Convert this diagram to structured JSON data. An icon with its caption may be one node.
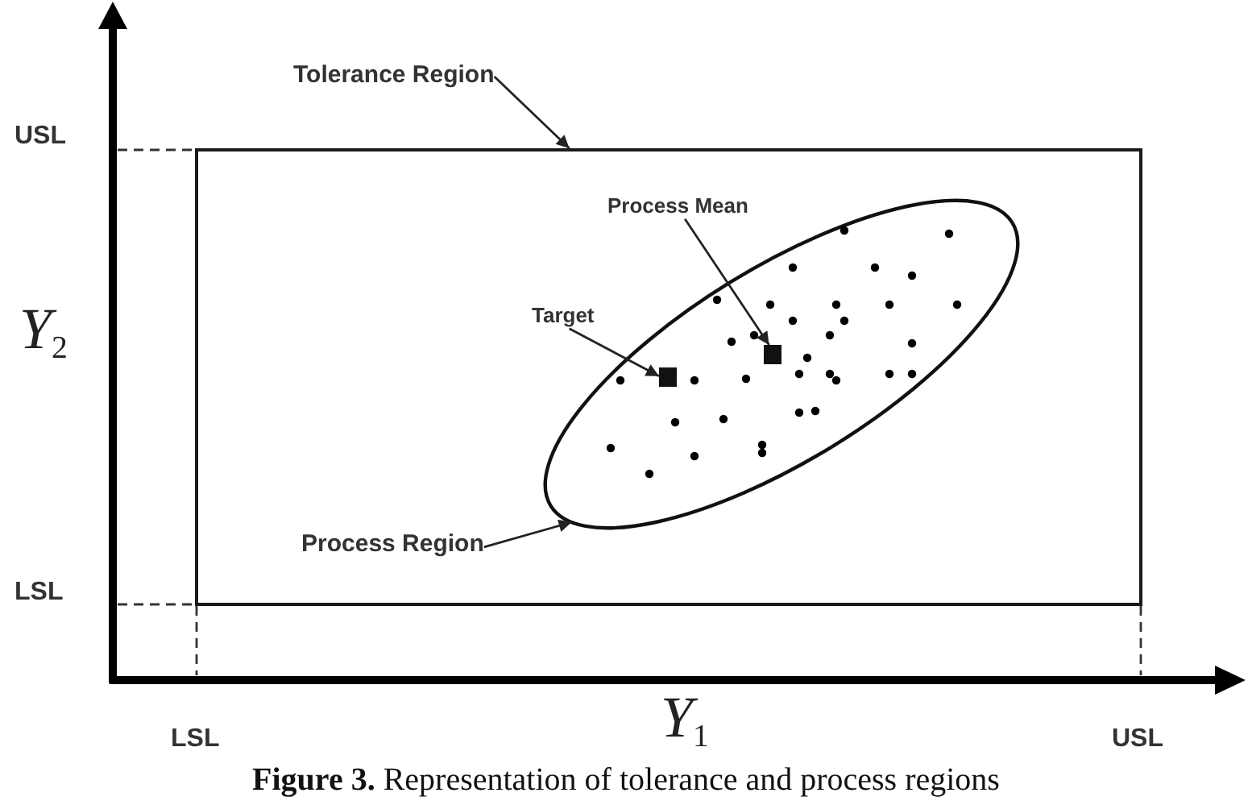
{
  "diagram": {
    "caption": "**Figure 3.** Representation of tolerance and process regions",
    "nodes": [
      {
        "text": [
          "Tolerance Region"
        ]
      },
      {
        "text": [],
        "shape": "box"
      },
      {
        "text": [],
        "shape": "ellipse",
        "in": 1
      },
      {
        "text": [
          "Process Mean"
        ],
        "in": 1
      },
      {
        "text": [],
        "shape": "box",
        "in": 2
      },
      {
        "text": [
          "Target"
        ],
        "in": 1
      },
      {
        "text": [],
        "shape": "box",
        "in": 2
      },
      {
        "text": [
          "Process Region"
        ],
        "in": 1
      }
    ],
    "edges": [
      {
        "from": 0,
        "to": 1,
        "arrow": "to"
      },
      {
        "from": 3,
        "to": 4,
        "arrow": "to"
      },
      {
        "from": 5,
        "to": 6,
        "arrow": "to"
      },
      {
        "from": 7,
        "to": 2,
        "arrow": "to"
      }
    ],
    "labels": [
      "USL",
      "Y$_{2}$",
      "LSL",
      "LSL",
      "Y$_{1}$",
      "USL"
    ]
  }
}
